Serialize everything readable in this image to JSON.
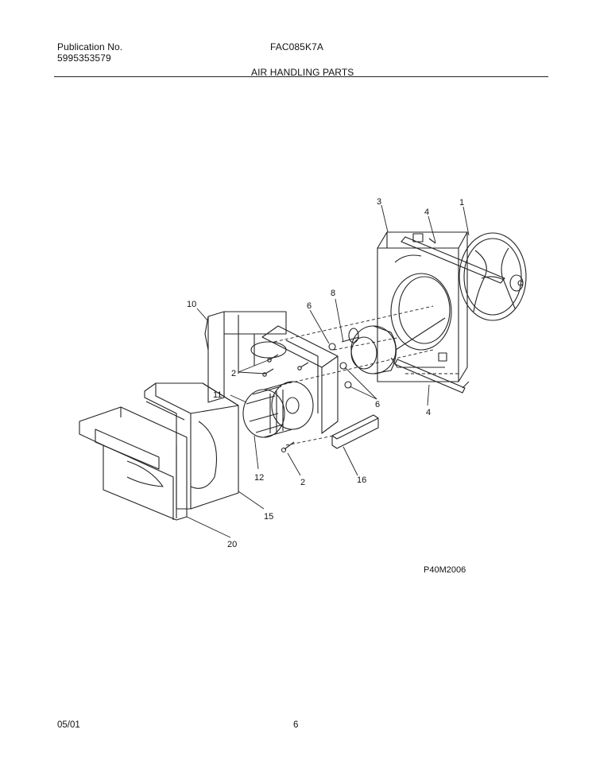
{
  "header": {
    "publication_label": "Publication No.",
    "publication_number": "5995353579",
    "model": "FAC085K7A",
    "section_title": "AIR HANDLING PARTS"
  },
  "diagram": {
    "figure_code": "P40M2006",
    "callouts": {
      "c1": "1",
      "c2a": "2",
      "c2b": "2",
      "c3": "3",
      "c4a": "4",
      "c4b": "4",
      "c6a": "6",
      "c6b": "6",
      "c8": "8",
      "c10": "10",
      "c11": "11",
      "c12": "12",
      "c15": "15",
      "c16": "16",
      "c20": "20"
    }
  },
  "footer": {
    "date": "05/01",
    "page": "6"
  }
}
